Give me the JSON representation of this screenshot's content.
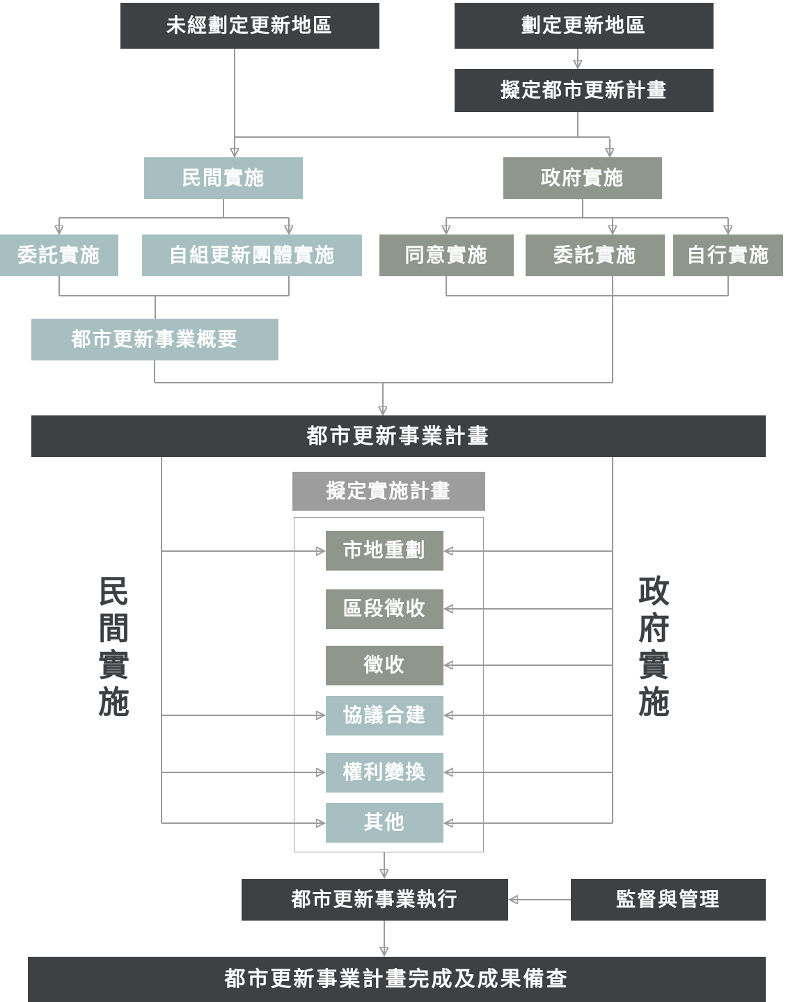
{
  "diagram": {
    "colors": {
      "dark_box": "#3d4143",
      "private_box": "#a7bfc1",
      "government_box": "#8f978c",
      "grey_box": "#9d9d9d",
      "connector": "#9a9a9a",
      "side_label_text": "#3c4042"
    },
    "nodes": {
      "undesignated": "未經劃定更新地區",
      "designated": "劃定更新地區",
      "draft_renewal_plan": "擬定都市更新計畫",
      "private_impl": "民間實施",
      "gov_impl": "政府實施",
      "commissioned_private": "委託實施",
      "self_organized_group": "自組更新團體實施",
      "consent_impl": "同意實施",
      "commissioned_gov": "委託實施",
      "self_impl": "自行實施",
      "business_summary": "都市更新事業概要",
      "business_plan": "都市更新事業計畫",
      "draft_impl_plan": "擬定實施計畫",
      "land_readjustment": "市地重劃",
      "zone_expropriation": "區段徵收",
      "expropriation": "徵收",
      "negotiated_joint_construction": "協議合建",
      "rights_transformation": "權利變換",
      "other": "其他",
      "execution": "都市更新事業執行",
      "supervision": "監督與管理",
      "completion": "都市更新事業計畫完成及成果備查"
    },
    "side_labels": {
      "private": "民間實施",
      "government": "政府實施"
    }
  }
}
